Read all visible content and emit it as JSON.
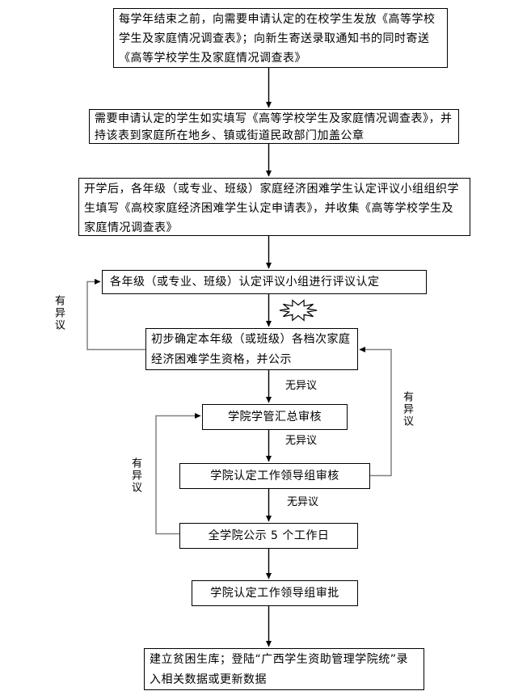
{
  "flow": {
    "boxes": [
      {
        "text": "每学年结束之前，向需要申请认定的在校学生发放《高等学校学生及家庭情况调查表》；向新生寄送录取通知书的同时寄送《高等学校学生及家庭情况调查表》"
      },
      {
        "text": "需要申请认定的学生如实填写《高等学校学生及家庭情况调查表》，并持该表到家庭所在地乡、镇或街道民政部门加盖公章"
      },
      {
        "text": "开学后，各年级（或专业、班级）家庭经济困难学生认定评议小组组织学生填写《高校家庭经济困难学生认定申请表》，并收集《高等学校学生及家庭情况调查表》"
      },
      {
        "text": "各年级（或专业、班级）认定评议小组进行评议认定"
      },
      {
        "text": "初步确定本年级（或班级）各档次家庭经济困难学生资格，并公示"
      },
      {
        "text": "学院学管汇总审核"
      },
      {
        "text": "学院认定工作领导组审核"
      },
      {
        "text": "全学院公示 5 个工作日"
      },
      {
        "text": "学院认定工作领导组审批"
      },
      {
        "text": "建立贫困生库；登陆“广西学生资助管理学院统”录入相关数据或更新数据"
      }
    ],
    "labels": {
      "no_objection": "无异议",
      "objection": "有异议"
    },
    "icons": {
      "burst": "explosion-burst"
    },
    "colors": {
      "box_border": "#000000",
      "main_line": "#000000",
      "loop_line": "#808080",
      "background": "#ffffff"
    }
  }
}
